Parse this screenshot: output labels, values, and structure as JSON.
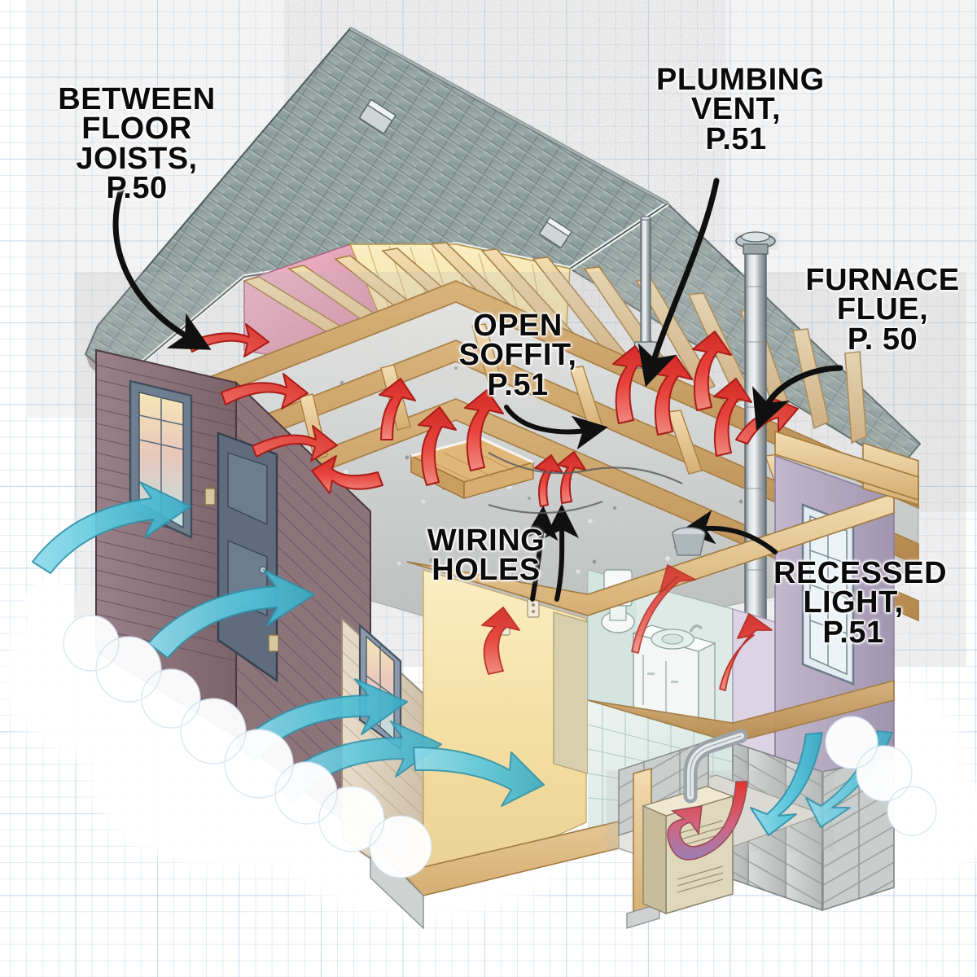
{
  "illustration": {
    "title": "Air leaks from the house into the attic",
    "medium": "watercolor cutaway illustration on graph paper",
    "background": {
      "name": "graph-paper",
      "paper_color": "#ffffff",
      "fine_grid_color": "#bcd6ec",
      "major_grid_color": "#9ec3e4"
    },
    "palette": {
      "shingle_gray_green": "#8a9a98",
      "shingle_light": "#b9c6c2",
      "lumber_tan": "#e6c893",
      "lumber_shadow": "#c49a5c",
      "insulation_pink": "#e8a8bd",
      "cellulose_gray": "#cfd2d2",
      "siding_mauve": "#8a7076",
      "siding_beige": "#ded3c0",
      "wall_lavender": "#b9aec4",
      "interior_gold": "#f0dca8",
      "block_gray": "#c8cbcb",
      "warm_air_red": "#e8413c",
      "warm_air_red_dark": "#c2241f",
      "cold_air_cyan": "#5fc8de",
      "cold_air_cyan_dark": "#2f9fb8",
      "snow_white": "#ffffff",
      "leader_black": "#101010",
      "label_black": "#0b0b0b"
    }
  },
  "labels": [
    {
      "id": "between-floor-joists",
      "text": "BETWEEN\nFLOOR\nJOISTS,\nP.50",
      "lines": [
        "BETWEEN",
        "FLOOR",
        "JOISTS,",
        "P.50"
      ],
      "page_ref": "P.50",
      "position": "top-left",
      "leader": "curved black arrow pointing down-right into the attic floor framing"
    },
    {
      "id": "plumbing-vent",
      "text": "PLUMBING\nVENT,\nP.51",
      "lines": [
        "PLUMBING",
        "VENT,",
        "P.51"
      ],
      "page_ref": "P.51",
      "position": "top-right",
      "leader": "curved black arrow pointing down to the plumbing vent stack"
    },
    {
      "id": "furnace-flue",
      "text": "FURNACE\nFLUE,\nP. 50",
      "lines": [
        "FURNACE",
        "FLUE,",
        "P. 50"
      ],
      "page_ref": "P. 50",
      "position": "right",
      "leader": "curved black arrow pointing down-left to the metal furnace flue pipe"
    },
    {
      "id": "open-soffit",
      "text": "OPEN\nSOFFIT,\nP.51",
      "lines": [
        "OPEN",
        "SOFFIT,",
        "P.51"
      ],
      "page_ref": "P.51",
      "position": "center",
      "leader": "short curved black arrow pointing right to the open dropped soffit"
    },
    {
      "id": "wiring-holes",
      "text": "WIRING\nHOLES",
      "lines": [
        "WIRING",
        "HOLES"
      ],
      "page_ref": "",
      "position": "center-lower",
      "leader": "two black arrows pointing up to holes drilled for wiring"
    },
    {
      "id": "recessed-light",
      "text": "RECESSED\nLIGHT,\nP.51",
      "lines": [
        "RECESSED",
        "LIGHT,",
        "P.51"
      ],
      "page_ref": "P.51",
      "position": "right-lower",
      "leader": "curved black arrow pointing left to the recessed can light in the ceiling"
    }
  ],
  "scene_elements": [
    {
      "id": "roof",
      "name": "asphalt-shingle-roof",
      "description": "gray-green speckled shingle roof, cut away on the near slope"
    },
    {
      "id": "roof-vent",
      "name": "roof-vent",
      "description": "small box vent on upper roof slope"
    },
    {
      "id": "rafters",
      "name": "roof-rafters",
      "description": "tan dimensional lumber rafters exposed in the cutaway"
    },
    {
      "id": "gable-insulation",
      "name": "pink-batt-insulation",
      "description": "pink fiberglass batts in the gable end wall"
    },
    {
      "id": "attic-floor",
      "name": "attic-floor-insulation",
      "description": "loose gray cellulose insulation between ceiling joists"
    },
    {
      "id": "plumb-stack",
      "name": "plumbing-vent-stack",
      "description": "pipe penetrating the attic floor, air leaking around it"
    },
    {
      "id": "flue",
      "name": "furnace-flue-pipe",
      "description": "round metal chimney pipe with cap rising through the roof"
    },
    {
      "id": "soffit",
      "name": "dropped-soffit",
      "description": "open framed soffit box above a cabinet run"
    },
    {
      "id": "bath",
      "name": "bathroom",
      "description": "tiled bathroom with vanity sink and toilet"
    },
    {
      "id": "furnace",
      "name": "basement-furnace",
      "description": "beige furnace with duct in the concrete block basement"
    },
    {
      "id": "foundation",
      "name": "concrete-block-foundation",
      "description": "gray concrete block foundation wall"
    },
    {
      "id": "siding-left",
      "name": "lap-siding-mauve",
      "description": "mauve-brown lap siding on the left wall"
    },
    {
      "id": "siding-front",
      "name": "lap-siding-beige",
      "description": "beige lap siding on the front wall"
    },
    {
      "id": "door",
      "name": "entry-door",
      "description": "blue-gray paneled entry door"
    },
    {
      "id": "windows",
      "name": "double-hung-windows",
      "description": "blue-gray framed double-hung windows with warm glowing glass"
    },
    {
      "id": "snow",
      "name": "snow-drift",
      "description": "white puffy snow banked against the foundation"
    }
  ],
  "airflow": {
    "warm_air": {
      "name": "warm-air-arrows",
      "color": "#e8413c",
      "description": "red arrows showing warm indoor air rising through ceiling penetrations into the attic",
      "count": 14
    },
    "cold_air": {
      "name": "cold-air-arrows",
      "color": "#5fc8de",
      "description": "cyan arrows showing cold outdoor air being drawn in low around the foundation and walls",
      "count": 7
    }
  }
}
